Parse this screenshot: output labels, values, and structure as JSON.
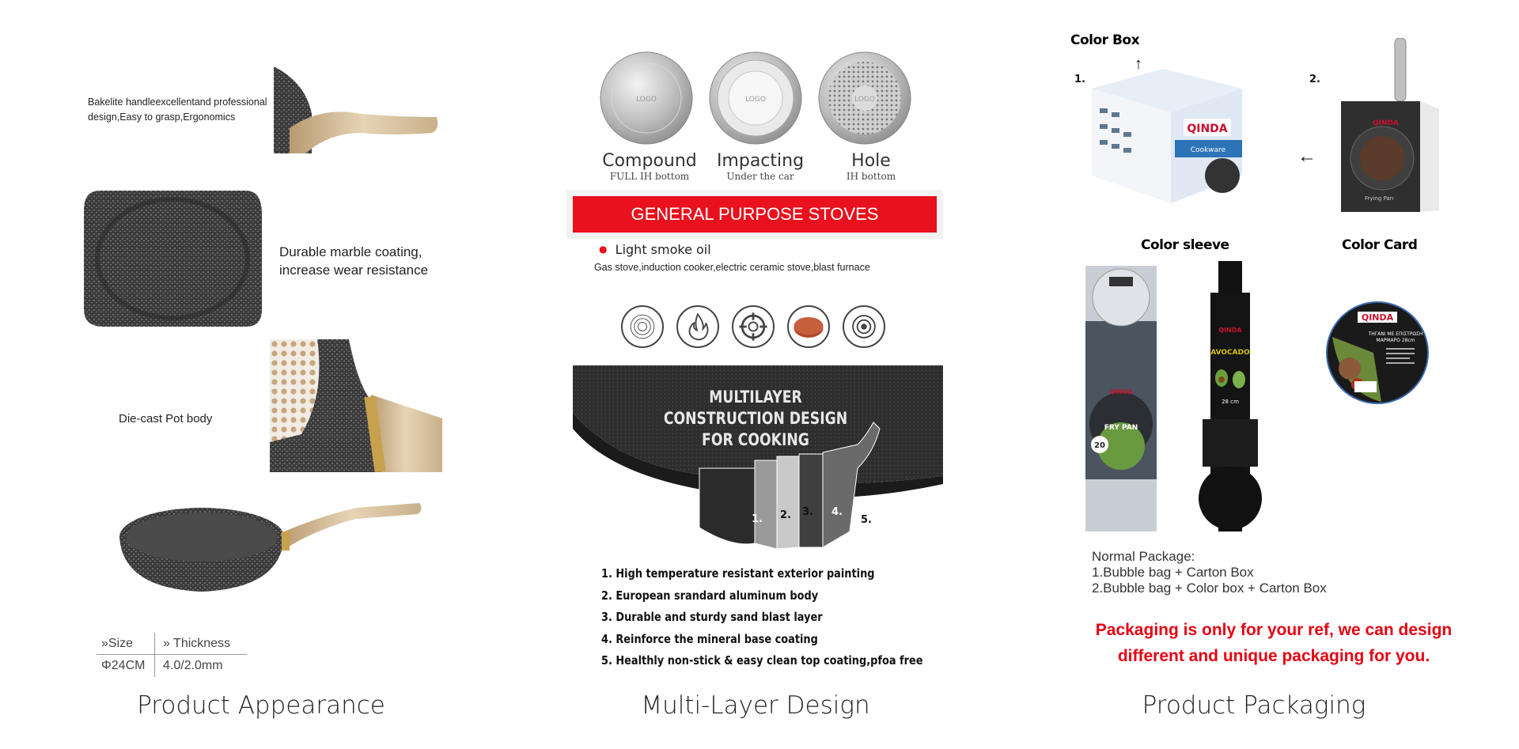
{
  "col1": {
    "features": [
      "Bakelite handleexcellentand professional design,Easy to grasp,Ergonomics",
      "Durable marble coating, increase wear resistance",
      "Die-cast Pot body"
    ],
    "spec_headers": [
      "»Size",
      "» Thickness"
    ],
    "spec_values": [
      "Φ24CM",
      "4.0/2.0mm"
    ],
    "title": "Product Appearance"
  },
  "col2": {
    "bottoms": [
      {
        "name": "Compound",
        "sub": "FULL IH bottom",
        "logo": "LOGO"
      },
      {
        "name": "Impacting",
        "sub": "Under the car",
        "logo": "LOGO"
      },
      {
        "name": "Hole",
        "sub": "IH bottom",
        "logo": "LOGO"
      }
    ],
    "banner": "GENERAL PURPOSE STOVES",
    "oil": "Light smoke oil",
    "stoves": "Gas stove,induction cooker,electric ceramic stove,blast furnace",
    "stove_icons": [
      "induction-coil-icon",
      "flame-icon",
      "gas-burner-icon",
      "ceramic-plate-icon",
      "blast-burner-icon"
    ],
    "construction_title": "MULTILAYER CONSTRUCTION DESIGN FOR COOKING",
    "layer_markers": [
      "1.",
      "2.",
      "3.",
      "4.",
      "5."
    ],
    "layers": [
      "1. High temperature resistant exterior painting",
      "2. European srandard aluminum body",
      "3. Durable and sturdy sand blast layer",
      "4. Reinforce the mineral base coating",
      "5. Healthly non-stick & easy clean top coating,pfoa free"
    ],
    "title": "Multi-Layer Design"
  },
  "col3": {
    "color_box": "Color Box",
    "num1": "1.",
    "num2": "2.",
    "color_sleeve": "Color sleeve",
    "color_card": "Color Card",
    "brand": "QINDA",
    "box_side_label": "Cookware",
    "pan_card_text": "Frying Pan",
    "sleeve1_label": "FRY PAN",
    "sleeve2_label": "AVOCADO",
    "sleeve1_size": "20",
    "sleeve2_size": "28 cm",
    "card_text_1": "ΤΗΓΑΝΙ ΜΕ ΕΠΙΣΤΡΩΣΗ",
    "card_text_2": "ΜΑΡΜΑΡΟ 28cm",
    "normal_package_title": "Normal Package:",
    "normal_package_items": [
      "1.Bubble bag + Carton Box",
      "2.Bubble bag + Color box + Carton Box"
    ],
    "note": "Packaging is only for your ref, we can design different and unique packaging for you.",
    "title": "Product Packaging"
  },
  "colors": {
    "red": "#e8111d",
    "note_red": "#e60012",
    "granite": "#3a3a3a",
    "wood": "#d8c2a0"
  }
}
